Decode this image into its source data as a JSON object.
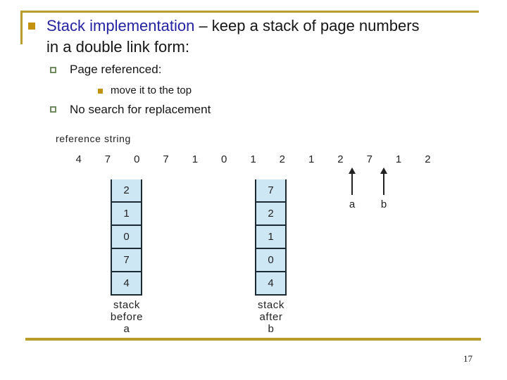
{
  "colors": {
    "accent_line": "#BA9C2C",
    "bullet_gold": "#C39310",
    "title_blue": "#2323A3",
    "l2_bullet_border": "#6F8A5F",
    "cell_fill": "#CEE7F4",
    "cell_border": "#1C2B33",
    "fig_ink": "#222222"
  },
  "title": {
    "highlight": "Stack implementation",
    "rest_line1": " – keep a stack of page numbers",
    "line2": "in a double link form:"
  },
  "bullets": {
    "l2_items": [
      {
        "text": "Page referenced:"
      },
      {
        "text": "No search for replacement"
      }
    ],
    "l3_item": {
      "text": "move it to the top"
    }
  },
  "figure": {
    "caption": "reference string",
    "reference_string": [
      "4",
      "7",
      "0",
      "7",
      "1",
      "0",
      "1",
      "2",
      "1",
      "2",
      "7",
      "1",
      "2"
    ],
    "stack_before": {
      "cells": [
        "2",
        "1",
        "0",
        "7",
        "4"
      ],
      "label_lines": [
        "stack",
        "before",
        "a"
      ]
    },
    "stack_after": {
      "cells": [
        "7",
        "2",
        "1",
        "0",
        "4"
      ],
      "label_lines": [
        "stack",
        "after",
        "b"
      ]
    },
    "arrows": [
      {
        "label": "a"
      },
      {
        "label": "b"
      }
    ]
  },
  "footer": {
    "page_number": "17"
  }
}
